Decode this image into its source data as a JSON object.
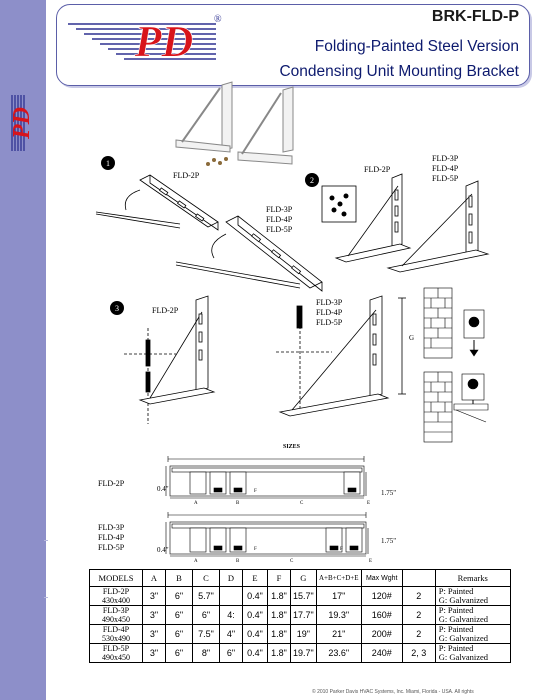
{
  "header": {
    "logo_text": "PD",
    "registered": "®",
    "product_code": "BRK-FLD-P",
    "line1": "Folding-Painted Steel Version",
    "line2": "Condensing Unit Mounting Bracket"
  },
  "steps": {
    "one": "1",
    "two": "2",
    "three": "3"
  },
  "diagram_labels": {
    "fld2p": "FLD-2P",
    "fld3p": "FLD-3P",
    "fld4p": "FLD-4P",
    "fld5p": "FLD-5P",
    "sizes": "SIZES",
    "dim_04": "0.4\"",
    "dim_175": "1.75\"",
    "a": "A",
    "b": "B",
    "c": "C",
    "e": "E",
    "f": "F",
    "g": "G"
  },
  "table": {
    "headers": [
      "MODELS",
      "A",
      "B",
      "C",
      "D",
      "E",
      "F",
      "G",
      "A+B+C+D+E",
      "Max Wght",
      "",
      "Remarks"
    ],
    "rows": [
      {
        "model": "FLD-2P",
        "size": "430x400",
        "a": "3\"",
        "b": "6\"",
        "c": "5.7\"",
        "d": "",
        "e": "0.4\"",
        "f": "1.8\"",
        "g": "15.7\"",
        "sum": "17\"",
        "max": "120#",
        "qty": "2",
        "r1": "P: Painted",
        "r2": "G: Galvanized"
      },
      {
        "model": "FLD-3P",
        "size": "490x450",
        "a": "3\"",
        "b": "6\"",
        "c": "6\"",
        "d": "4:",
        "e": "0.4\"",
        "f": "1.8\"",
        "g": "17.7\"",
        "sum": "19.3\"",
        "max": "160#",
        "qty": "2",
        "r1": "P: Painted",
        "r2": "G: Galvanized"
      },
      {
        "model": "FLD-4P",
        "size": "530x490",
        "a": "3\"",
        "b": "6\"",
        "c": "7.5\"",
        "d": "4\"",
        "e": "0.4\"",
        "f": "1.8\"",
        "g": "19\"",
        "sum": "21\"",
        "max": "200#",
        "qty": "2",
        "r1": "P: Painted",
        "r2": "G: Galvanized"
      },
      {
        "model": "FLD-5P",
        "size": "490x450",
        "a": "3\"",
        "b": "6\"",
        "c": "8\"",
        "d": "6\"",
        "e": "0.4\"",
        "f": "1.8\"",
        "g": "19.7\"",
        "sum": "23.6\"",
        "max": "240#",
        "qty": "2, 3",
        "r1": "P: Painted",
        "r2": "G: Galvanized"
      }
    ]
  },
  "footer": {
    "copyright": "© 2010 Parker Davis HVAC Systems, Inc. Miami, Florida - USA. All rights"
  },
  "colors": {
    "sidebar": "#8d8fc9",
    "logo_red": "#d8141b",
    "logo_blue": "#2e3191",
    "title_navy": "#0d1a6e"
  }
}
